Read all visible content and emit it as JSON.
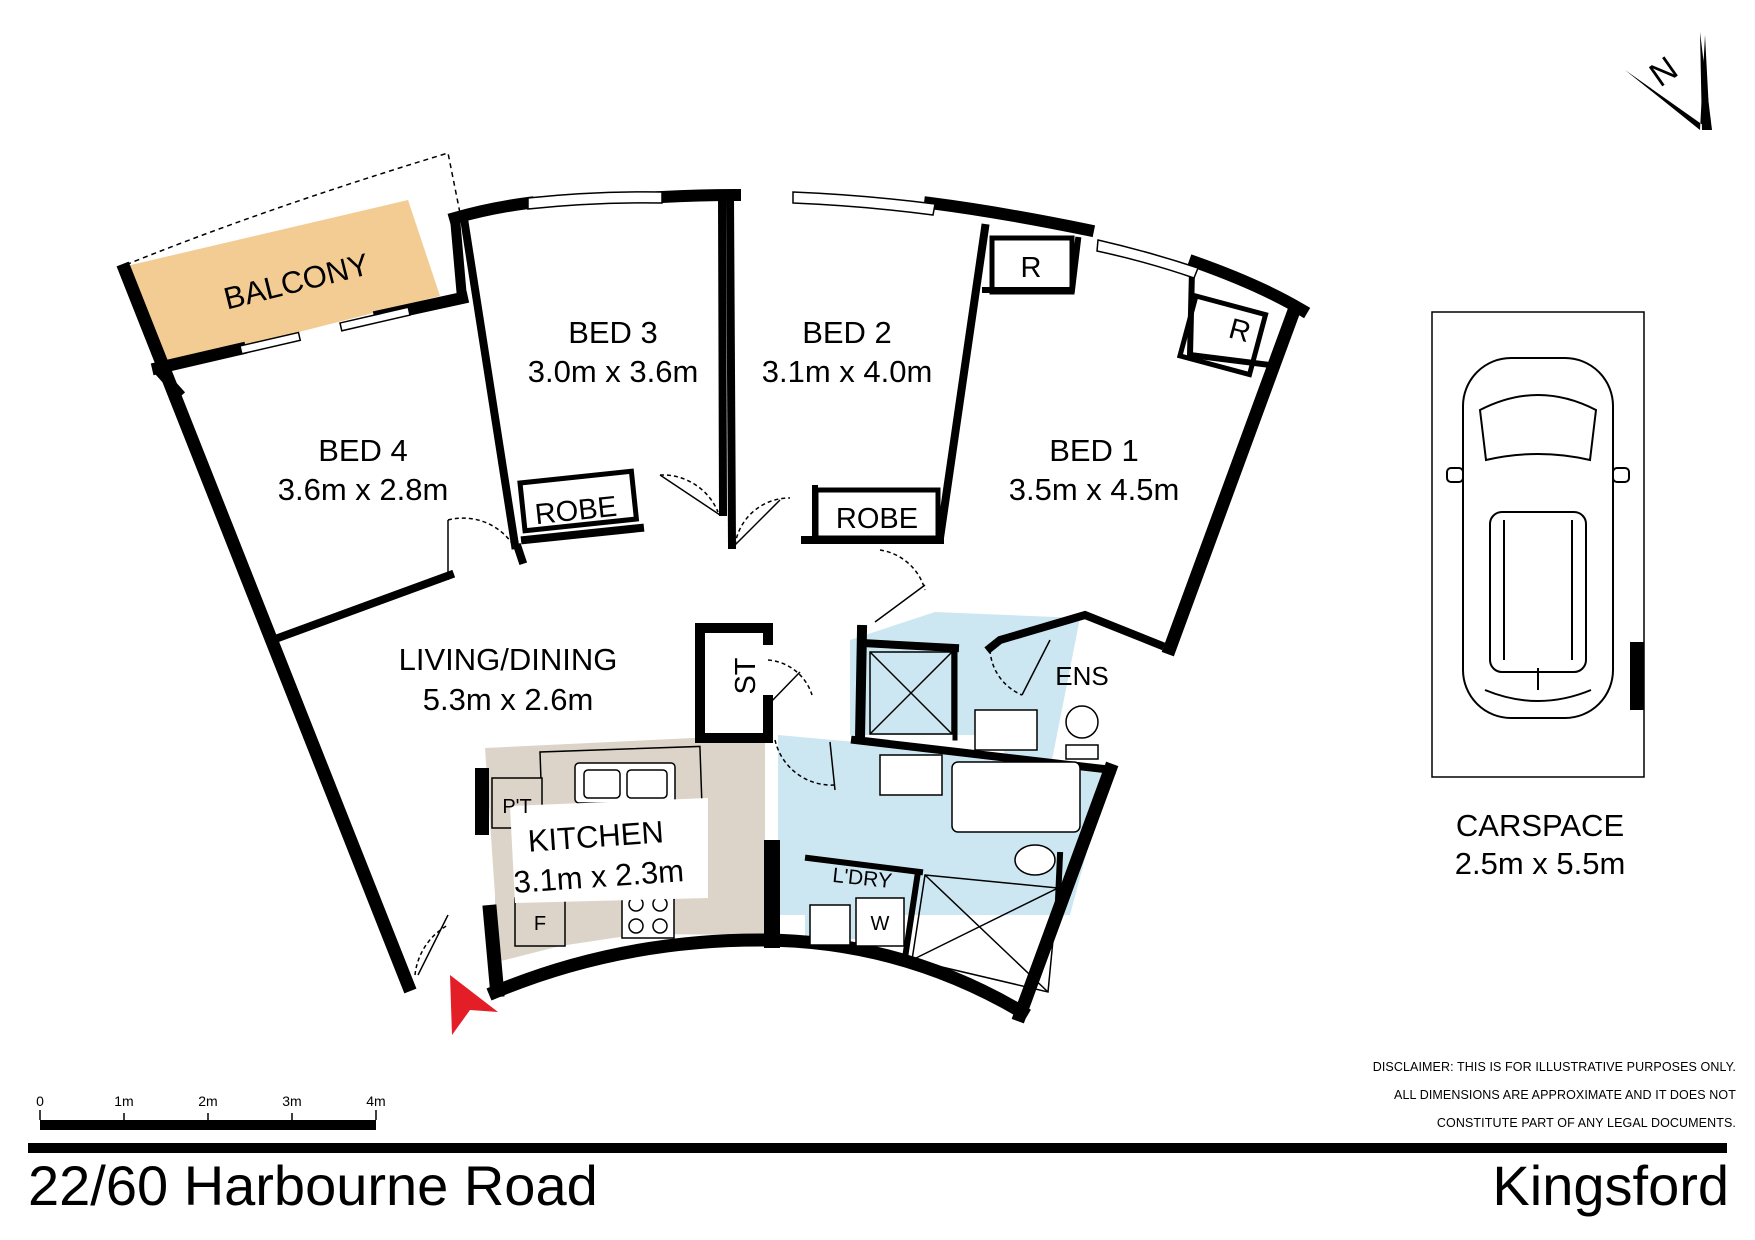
{
  "rooms": {
    "balcony": {
      "name": "BALCONY"
    },
    "bed3": {
      "name": "BED 3",
      "size": "3.0m x 3.6m"
    },
    "bed2": {
      "name": "BED 2",
      "size": "3.1m x 4.0m"
    },
    "bed1": {
      "name": "BED 1",
      "size": "3.5m x 4.5m"
    },
    "bed4": {
      "name": "BED 4",
      "size": "3.6m x 2.8m"
    },
    "living": {
      "name": "LIVING/DINING",
      "size": "5.3m x 2.6m"
    },
    "kitchen": {
      "name": "KITCHEN",
      "size": "3.1m x 2.3m"
    },
    "ensuite": {
      "name": "ENS"
    },
    "laundry": {
      "name": "L'DRY"
    },
    "carspace": {
      "name": "CARSPACE",
      "size": "2.5m x 5.5m"
    }
  },
  "fixtures": {
    "robe_label": "ROBE",
    "robe_r": "R",
    "storage": "ST",
    "pantry": "P'T",
    "fridge": "F",
    "washer": "W"
  },
  "compass": {
    "label": "N"
  },
  "scale": {
    "ticks": [
      "0",
      "1m",
      "2m",
      "3m",
      "4m"
    ]
  },
  "disclaimer": [
    "DISCLAIMER: THIS IS FOR ILLUSTRATIVE PURPOSES ONLY.",
    "ALL DIMENSIONS ARE APPROXIMATE AND IT DOES NOT",
    "CONSTITUTE PART OF ANY LEGAL DOCUMENTS."
  ],
  "footer": {
    "address": "22/60 Harbourne Road",
    "suburb": "Kingsford"
  },
  "colors": {
    "balcony": "#f3cc93",
    "wet_areas": "#cce7f2",
    "kitchen": "#ddd4c9",
    "wall": "#000000",
    "entry_arrow": "#e41e26"
  }
}
